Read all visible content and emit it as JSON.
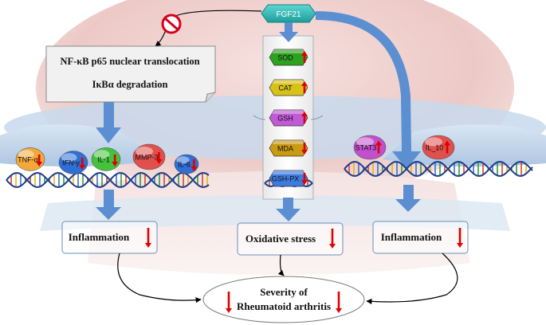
{
  "hub": {
    "label": "FGF21"
  },
  "nfkb_box": {
    "line1": "NF-κB p65 nuclear translocation",
    "line2": "IκBα degradation"
  },
  "left_markers": [
    {
      "label": "TNF-α",
      "color": "#f3a93a",
      "arrow": "down"
    },
    {
      "label": "IFN-γ",
      "color": "#2f6fd6",
      "arrow": "down"
    },
    {
      "label": "IL-1",
      "color": "#44c23a",
      "arrow": "down"
    },
    {
      "label": "MMP-3",
      "color": "#e0504d",
      "arrow": "down"
    },
    {
      "label": "IL-6",
      "color": "#2f6fd6",
      "arrow": "down"
    }
  ],
  "oxidative_markers": [
    {
      "label": "SOD",
      "color": "#2ea21f",
      "arrow": "up"
    },
    {
      "label": "CAT",
      "color": "#d8c21a",
      "arrow": "up"
    },
    {
      "label": "GSH",
      "color": "#c15ad6",
      "arrow": "up"
    },
    {
      "label": "MDA",
      "color": "#c99a12",
      "arrow": "down"
    },
    {
      "label": "GSH-PX",
      "color": "#3d7be0",
      "arrow": "down"
    }
  ],
  "right_markers": [
    {
      "label": "STAT3",
      "color": "#c24fcc",
      "arrow": "up"
    },
    {
      "label": "IL_10",
      "color": "#e0504d",
      "arrow": "up"
    }
  ],
  "outcomes": {
    "left": "Inflammation",
    "middle": "Oxidative stress",
    "right": "Inflammation"
  },
  "severity": {
    "line1": "Severity of",
    "line2": "Rheumatoid arthritis"
  },
  "colors": {
    "flow_arrow": "#5b8fd1",
    "indicator_arrow": "#e00000",
    "inhibit": "#d6001c",
    "hub": "#27b3b0"
  }
}
